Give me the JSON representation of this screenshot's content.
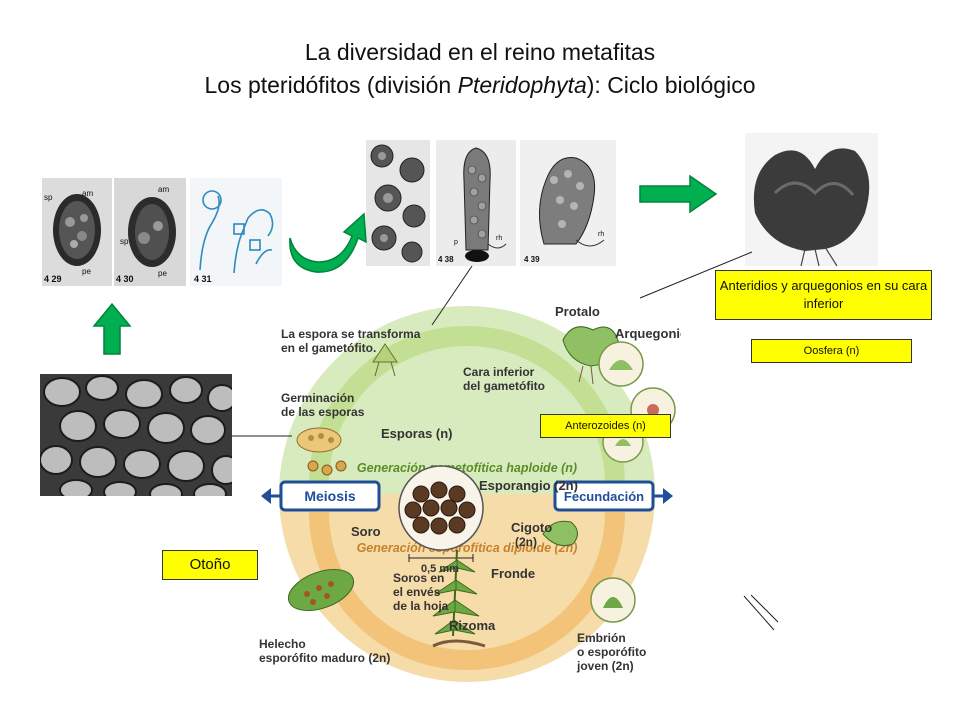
{
  "title": {
    "line1": "La diversidad en el reino metafitas",
    "line2_prefix": "Los pteridófitos (división ",
    "line2_italic": "Pteridophyta",
    "line2_suffix": "): Ciclo biológico"
  },
  "callouts": {
    "anteridios": "Anteridios y arquegonios en su cara inferior",
    "oosfera": "Oosfera (n)",
    "anterozoides": "Anterozoides (n)",
    "otono": "Otoño"
  },
  "diagram": {
    "espora_transforma_1": "La espora se transforma",
    "espora_transforma_2": "en el gametófito.",
    "protalo": "Protalo",
    "arquegonio": "Arquegonio",
    "germinacion_1": "Germinación",
    "germinacion_2": "de las esporas",
    "cara_inferior_1": "Cara inferior",
    "cara_inferior_2": "del gametófito",
    "esporas": "Esporas (n)",
    "gen_gametofitica": "Generación gametofítica haploide (n)",
    "esporangio": "Esporangio (2n)",
    "meiosis": "Meiosis",
    "fecundacion": "Fecundación",
    "soro": "Soro",
    "escala": "0,5 mm",
    "cigoto_1": "Cigoto",
    "cigoto_2": "(2n)",
    "gen_esporofitica": "Generación esporofítica diploide (2n)",
    "soros_1": "Soros en",
    "soros_2": "el envés",
    "soros_3": "de la hoja",
    "fronde": "Fronde",
    "rizoma": "Rizoma",
    "helecho_1": "Helecho",
    "helecho_2": "esporófito maduro (2n)",
    "embrion_1": "Embrión",
    "embrion_2": "o esporófito",
    "embrion_3": "joven (2n)"
  },
  "micrographs": {
    "label_am": "am",
    "label_sp": "sp",
    "label_pe": "pe",
    "label_rh": "rh",
    "label_p": "p",
    "fig_429": "4 29",
    "fig_430": "4 30",
    "fig_431": "4 31",
    "fig_438": "4 38",
    "fig_439": "4 39"
  },
  "colors": {
    "arrow_green": "#00b050",
    "callout_yellow": "#ffff00",
    "band_green": "#c9e3a4",
    "band_tan": "#f5d9a1",
    "band_orange": "#f3c37a",
    "meiosis_blue": "#1f4e9a"
  }
}
